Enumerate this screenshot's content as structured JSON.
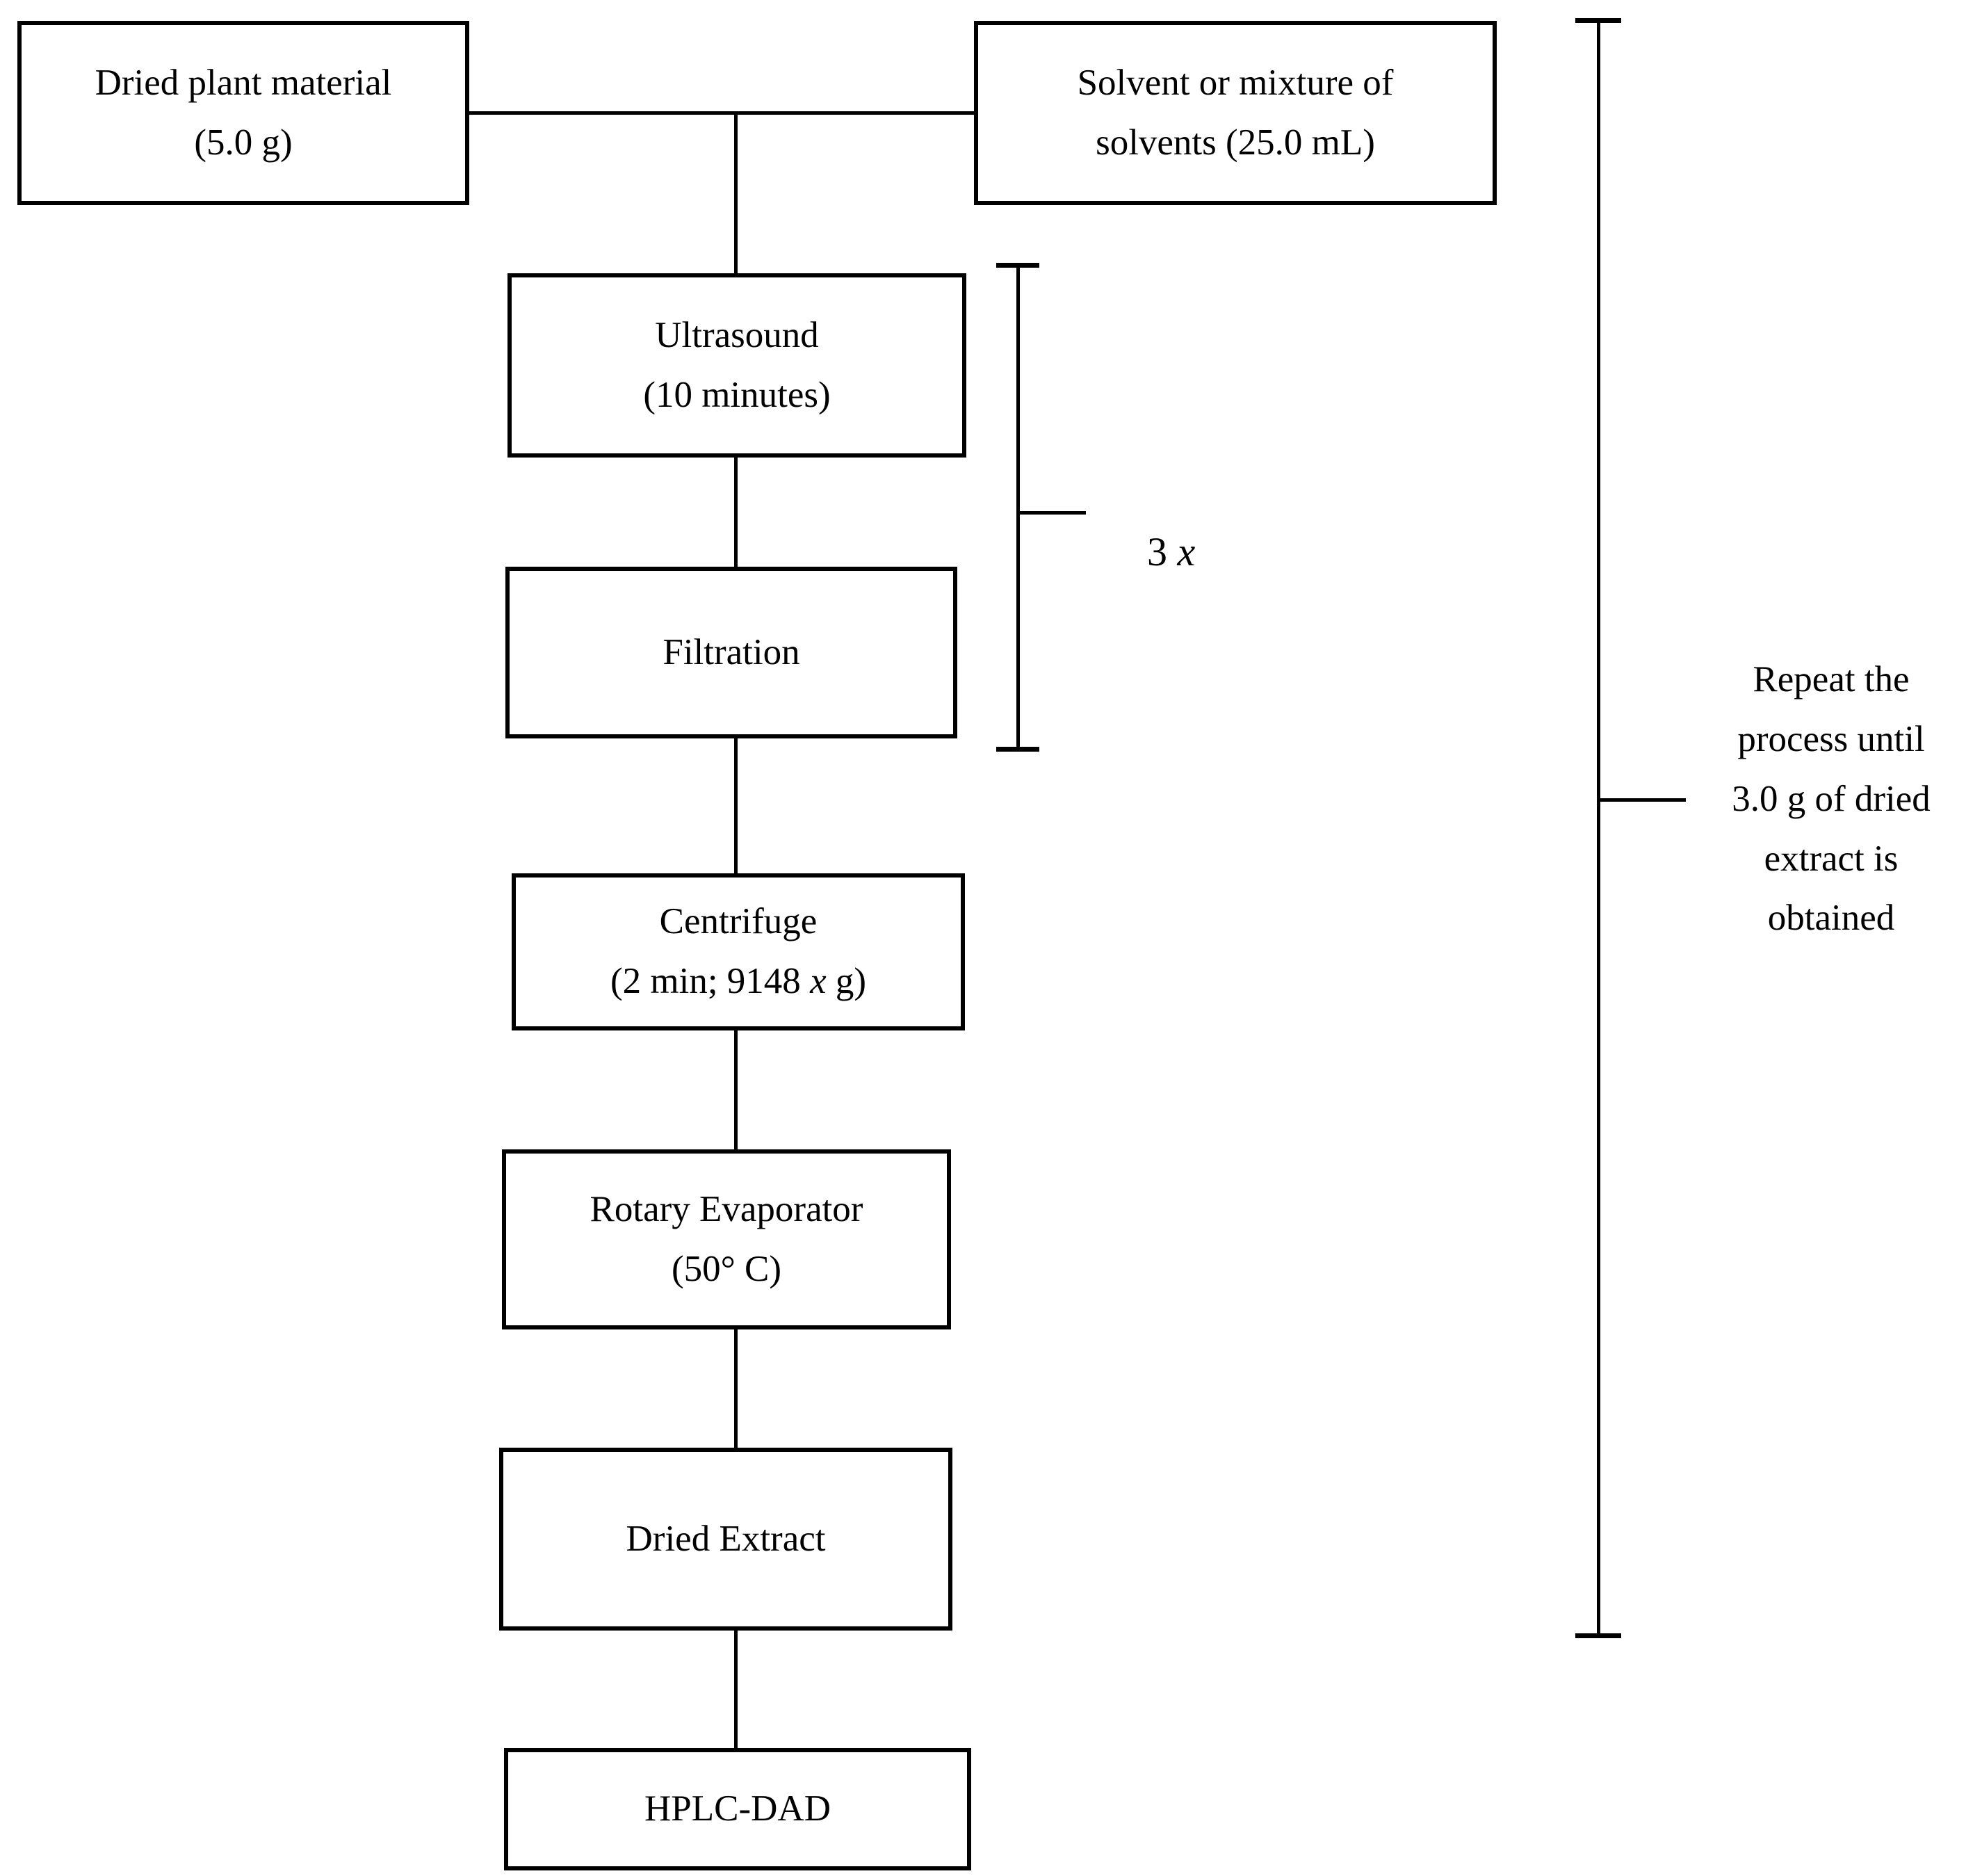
{
  "colors": {
    "ink": "#000000",
    "background": "#ffffff"
  },
  "nodes": [
    {
      "id": "dried-plant-material",
      "line1": "Dried plant material",
      "line2": "(5.0 g)"
    },
    {
      "id": "solvent",
      "line1": "Solvent or mixture of",
      "line2": "solvents (25.0 mL)"
    },
    {
      "id": "ultrasound",
      "line1": "Ultrasound",
      "line2": "(10 minutes)"
    },
    {
      "id": "filtration",
      "line1": "Filtration"
    },
    {
      "id": "centrifuge",
      "line1": "Centrifuge",
      "line2_pre": "(2 min; 9148 ",
      "line2_italic": "x",
      "line2_post": " g)"
    },
    {
      "id": "rotary-evaporator",
      "line1": "Rotary Evaporator",
      "line2": "(50° C)"
    },
    {
      "id": "dried-extract",
      "line1": "Dried Extract"
    },
    {
      "id": "hplc-dad",
      "line1": "HPLC-DAD"
    }
  ],
  "loop_bracket": {
    "label_normal": "3 ",
    "label_italic": "x"
  },
  "repeat_bracket": {
    "lines": [
      "Repeat the",
      "process until",
      "3.0 g of dried",
      "extract is",
      "obtained"
    ]
  }
}
